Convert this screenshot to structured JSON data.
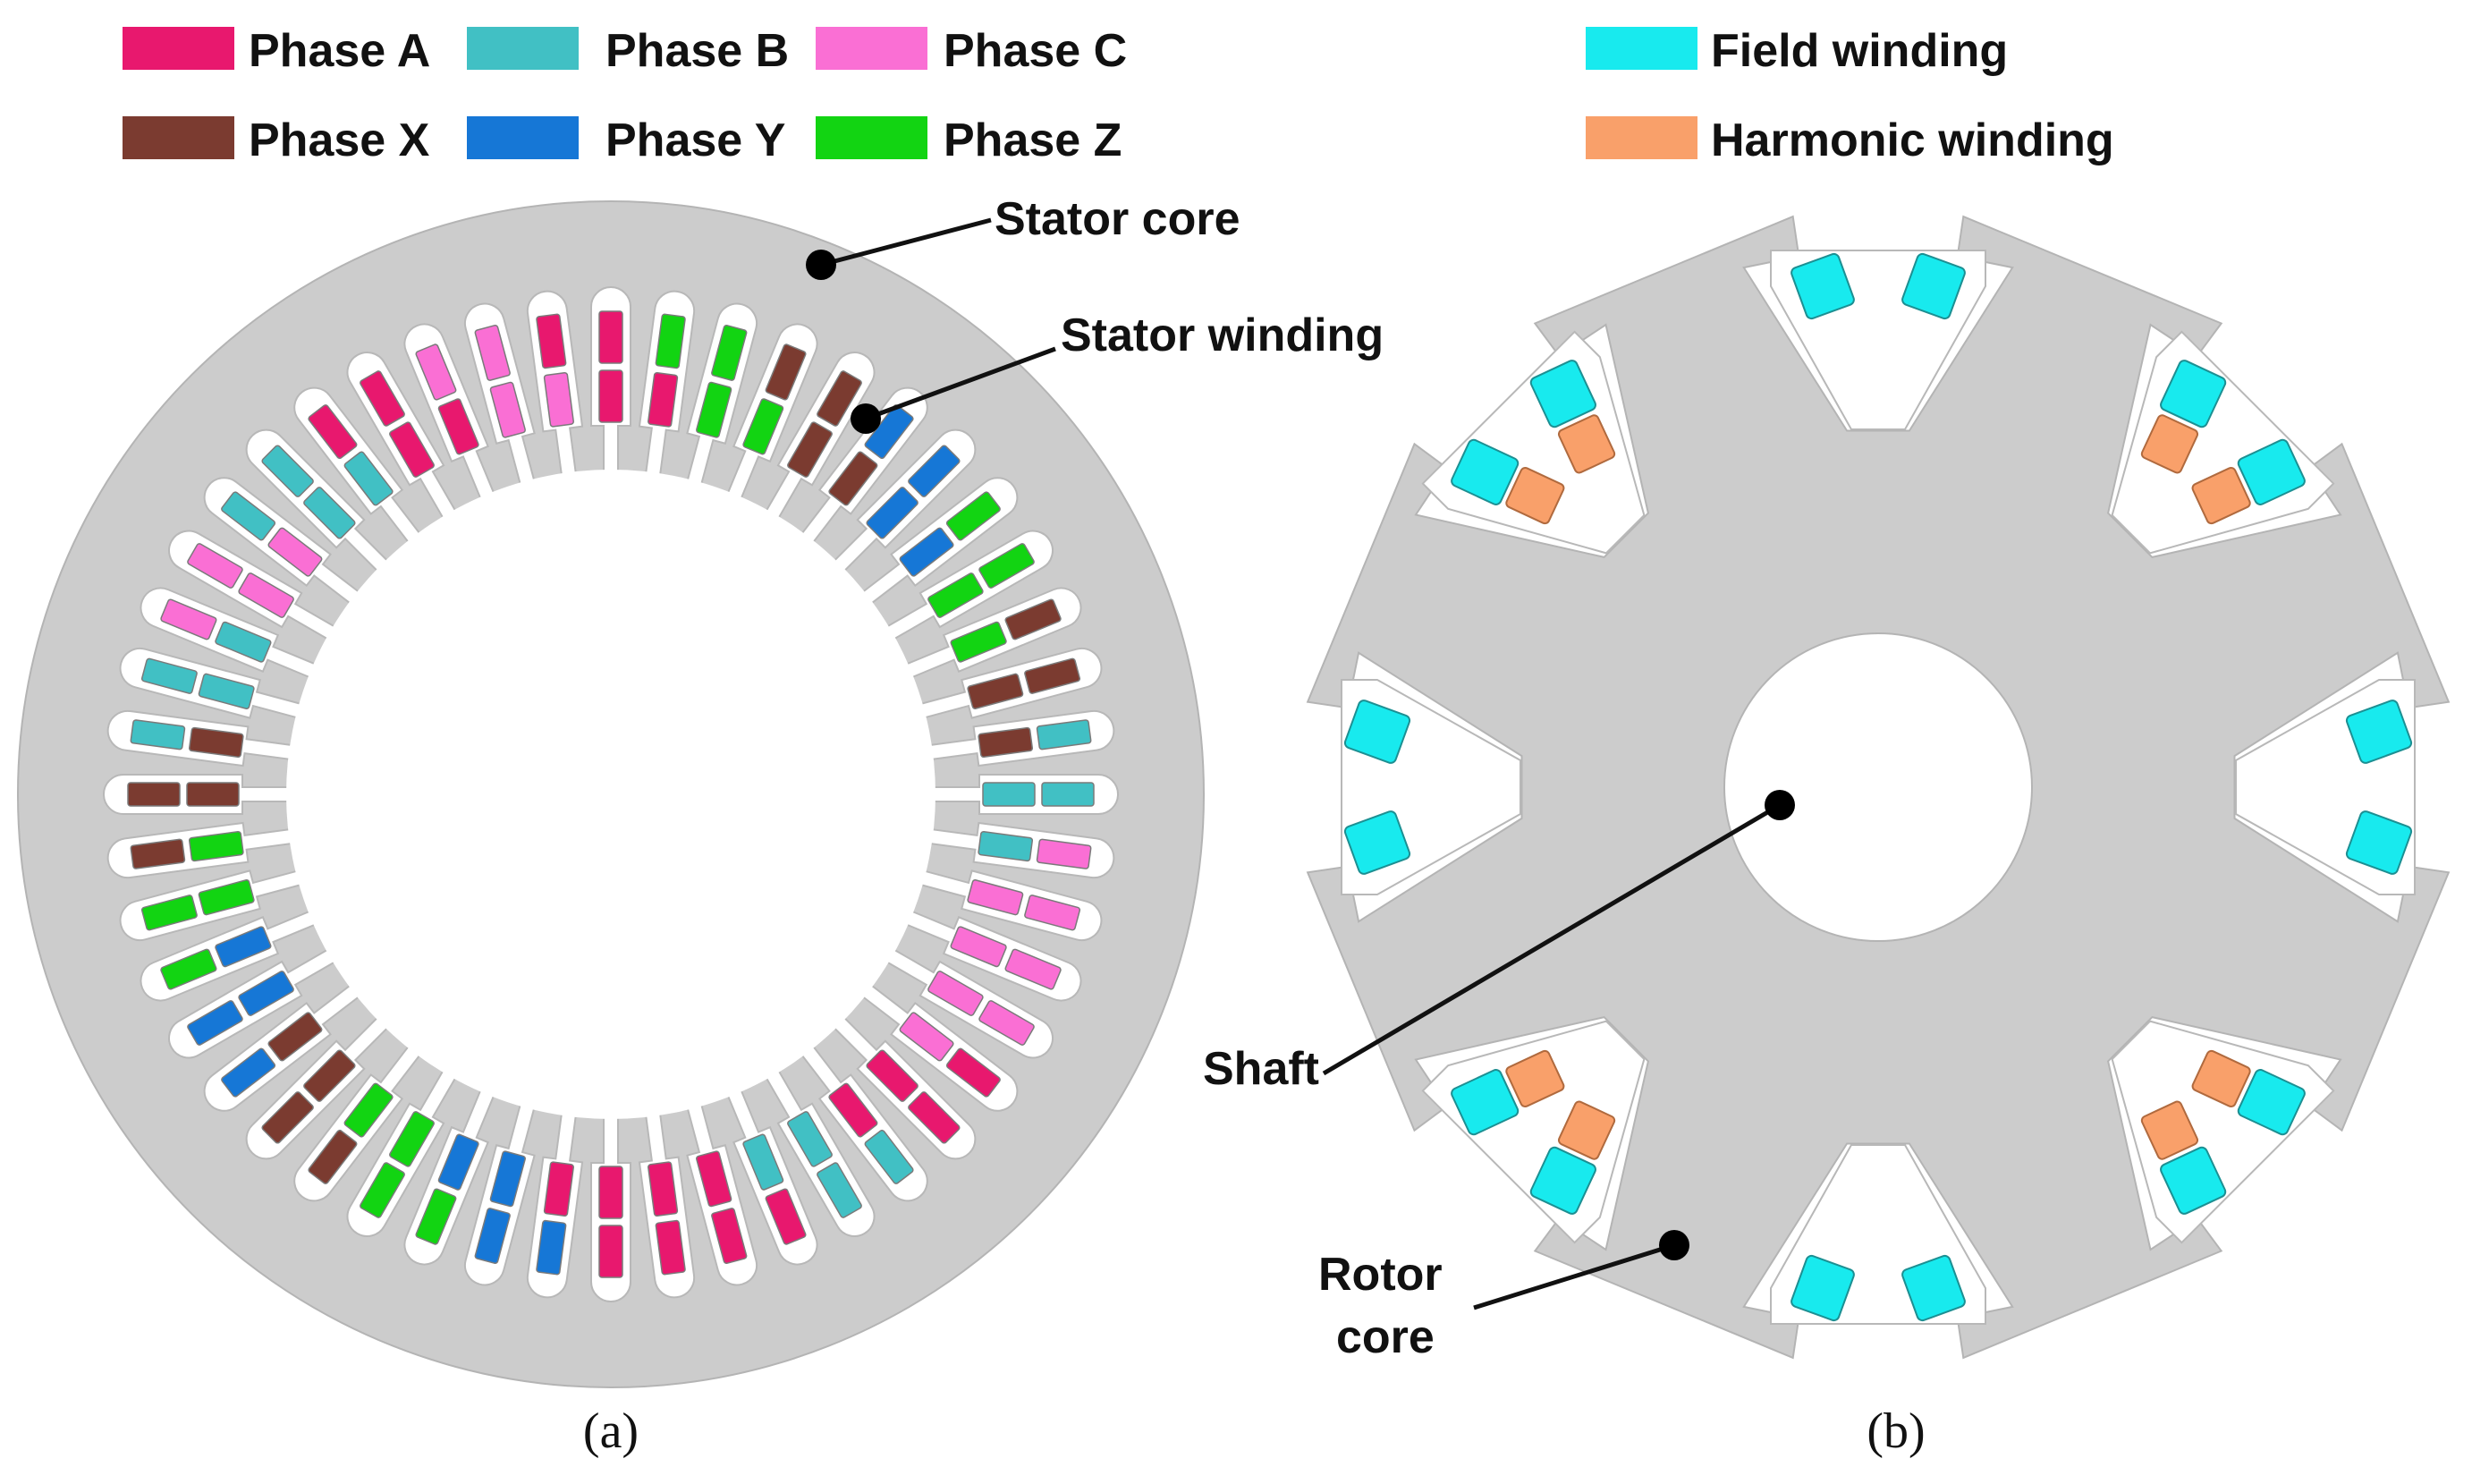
{
  "legend": {
    "items": [
      {
        "id": "phase-a",
        "label": "Phase A",
        "color": "#e8186e"
      },
      {
        "id": "phase-b",
        "label": "Phase B",
        "color": "#41c0c4"
      },
      {
        "id": "phase-c",
        "label": "Phase C",
        "color": "#fa6fd4"
      },
      {
        "id": "phase-x",
        "label": "Phase X",
        "color": "#7b3b30"
      },
      {
        "id": "phase-y",
        "label": "Phase Y",
        "color": "#1677d6"
      },
      {
        "id": "phase-z",
        "label": "Phase Z",
        "color": "#12d412"
      },
      {
        "id": "field-winding",
        "label": "Field winding",
        "color": "#18eaee"
      },
      {
        "id": "harmonic-winding",
        "label": "Harmonic winding",
        "color": "#f9a06a"
      }
    ]
  },
  "stator": {
    "slot_count": 48,
    "core_label": "Stator core",
    "winding_label": "Stator winding",
    "core_color": "#cccccc",
    "caption": "(a)"
  },
  "rotor": {
    "pole_count": 8,
    "core_label_line1": "Rotor",
    "core_label_line2": "core",
    "shaft_label": "Shaft",
    "core_color": "#cccccc",
    "caption": "(b)"
  }
}
